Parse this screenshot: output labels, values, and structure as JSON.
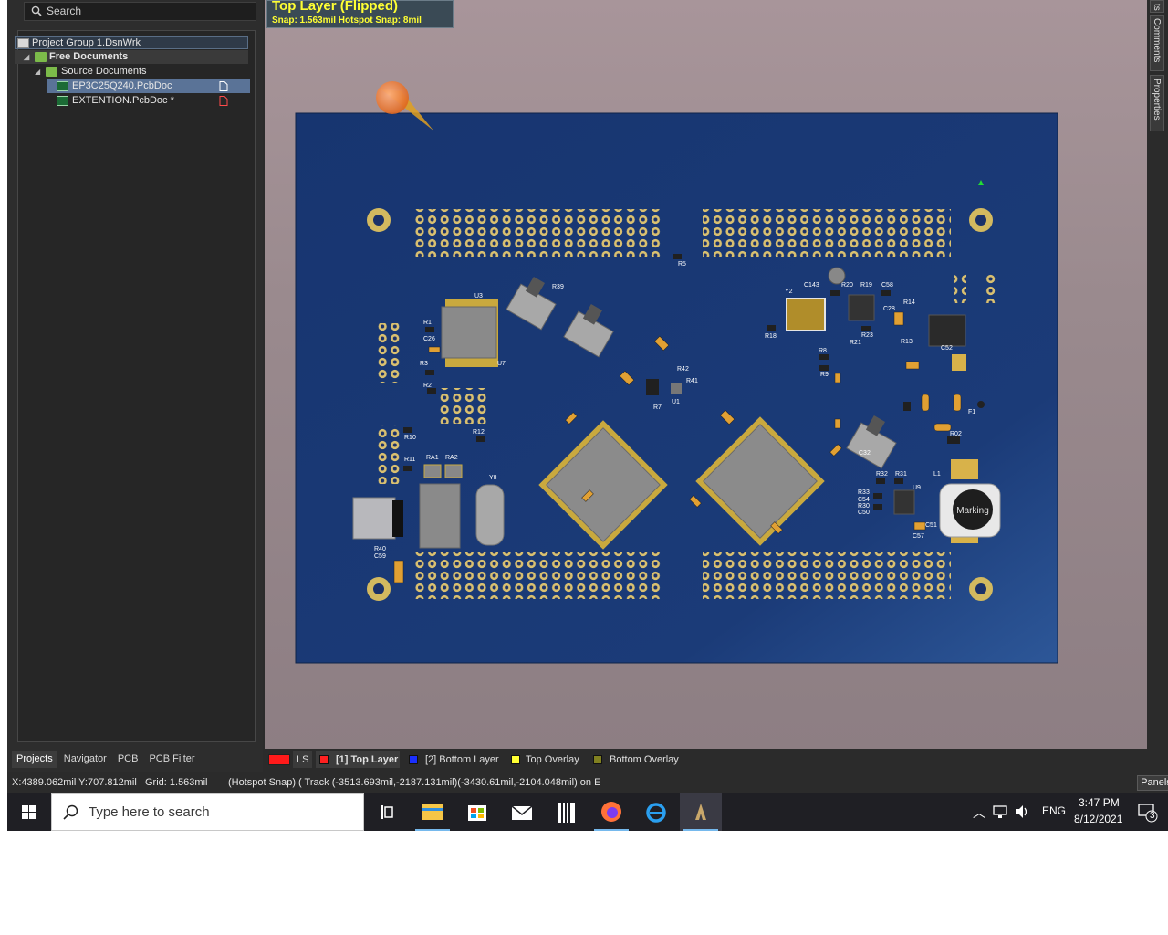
{
  "search": {
    "placeholder": "Search"
  },
  "project_tree": {
    "group": "Project Group 1.DsnWrk",
    "free_documents": "Free Documents",
    "source_documents": "Source Documents",
    "files": [
      "EP3C25Q240.PcbDoc",
      "EXTENTION.PcbDoc *"
    ]
  },
  "panel_tabs": [
    "Projects",
    "Navigator",
    "PCB",
    "PCB Filter"
  ],
  "workspace": {
    "layer_title": "Top Layer (Flipped)",
    "snap_info": "Snap: 1.563mil Hotspot Snap: 8mil",
    "marking_label": "Marking"
  },
  "right_panel_tabs": [
    "ts",
    "Comments",
    "Properties"
  ],
  "layer_tabs": {
    "ls": "LS",
    "layers": [
      {
        "label": "[1] Top Layer",
        "color": "#ff2020",
        "active": true
      },
      {
        "label": "[2] Bottom Layer",
        "color": "#1a2fff",
        "active": false
      },
      {
        "label": "Top Overlay",
        "color": "#ffff33",
        "active": false
      },
      {
        "label": "Bottom Overlay",
        "color": "#808020",
        "active": false
      }
    ]
  },
  "status": {
    "coords": "X:4389.062mil Y:707.812mil",
    "grid": "Grid: 1.563mil",
    "hotspot": "(Hotspot Snap) (  Track (-3513.693mil,-2187.131mil)(-3430.61mil,-2104.048mil) on E",
    "panels": "Panels"
  },
  "taskbar": {
    "search_placeholder": "Type here to search",
    "lang": "ENG",
    "time": "3:47 PM",
    "date": "8/12/2021",
    "notifications": "3"
  },
  "colors": {
    "board": "#1b3b72",
    "pad_gold": "#d8c06a",
    "chip_gray": "#8a8a8a",
    "workspace_bg": "#a3929a"
  }
}
